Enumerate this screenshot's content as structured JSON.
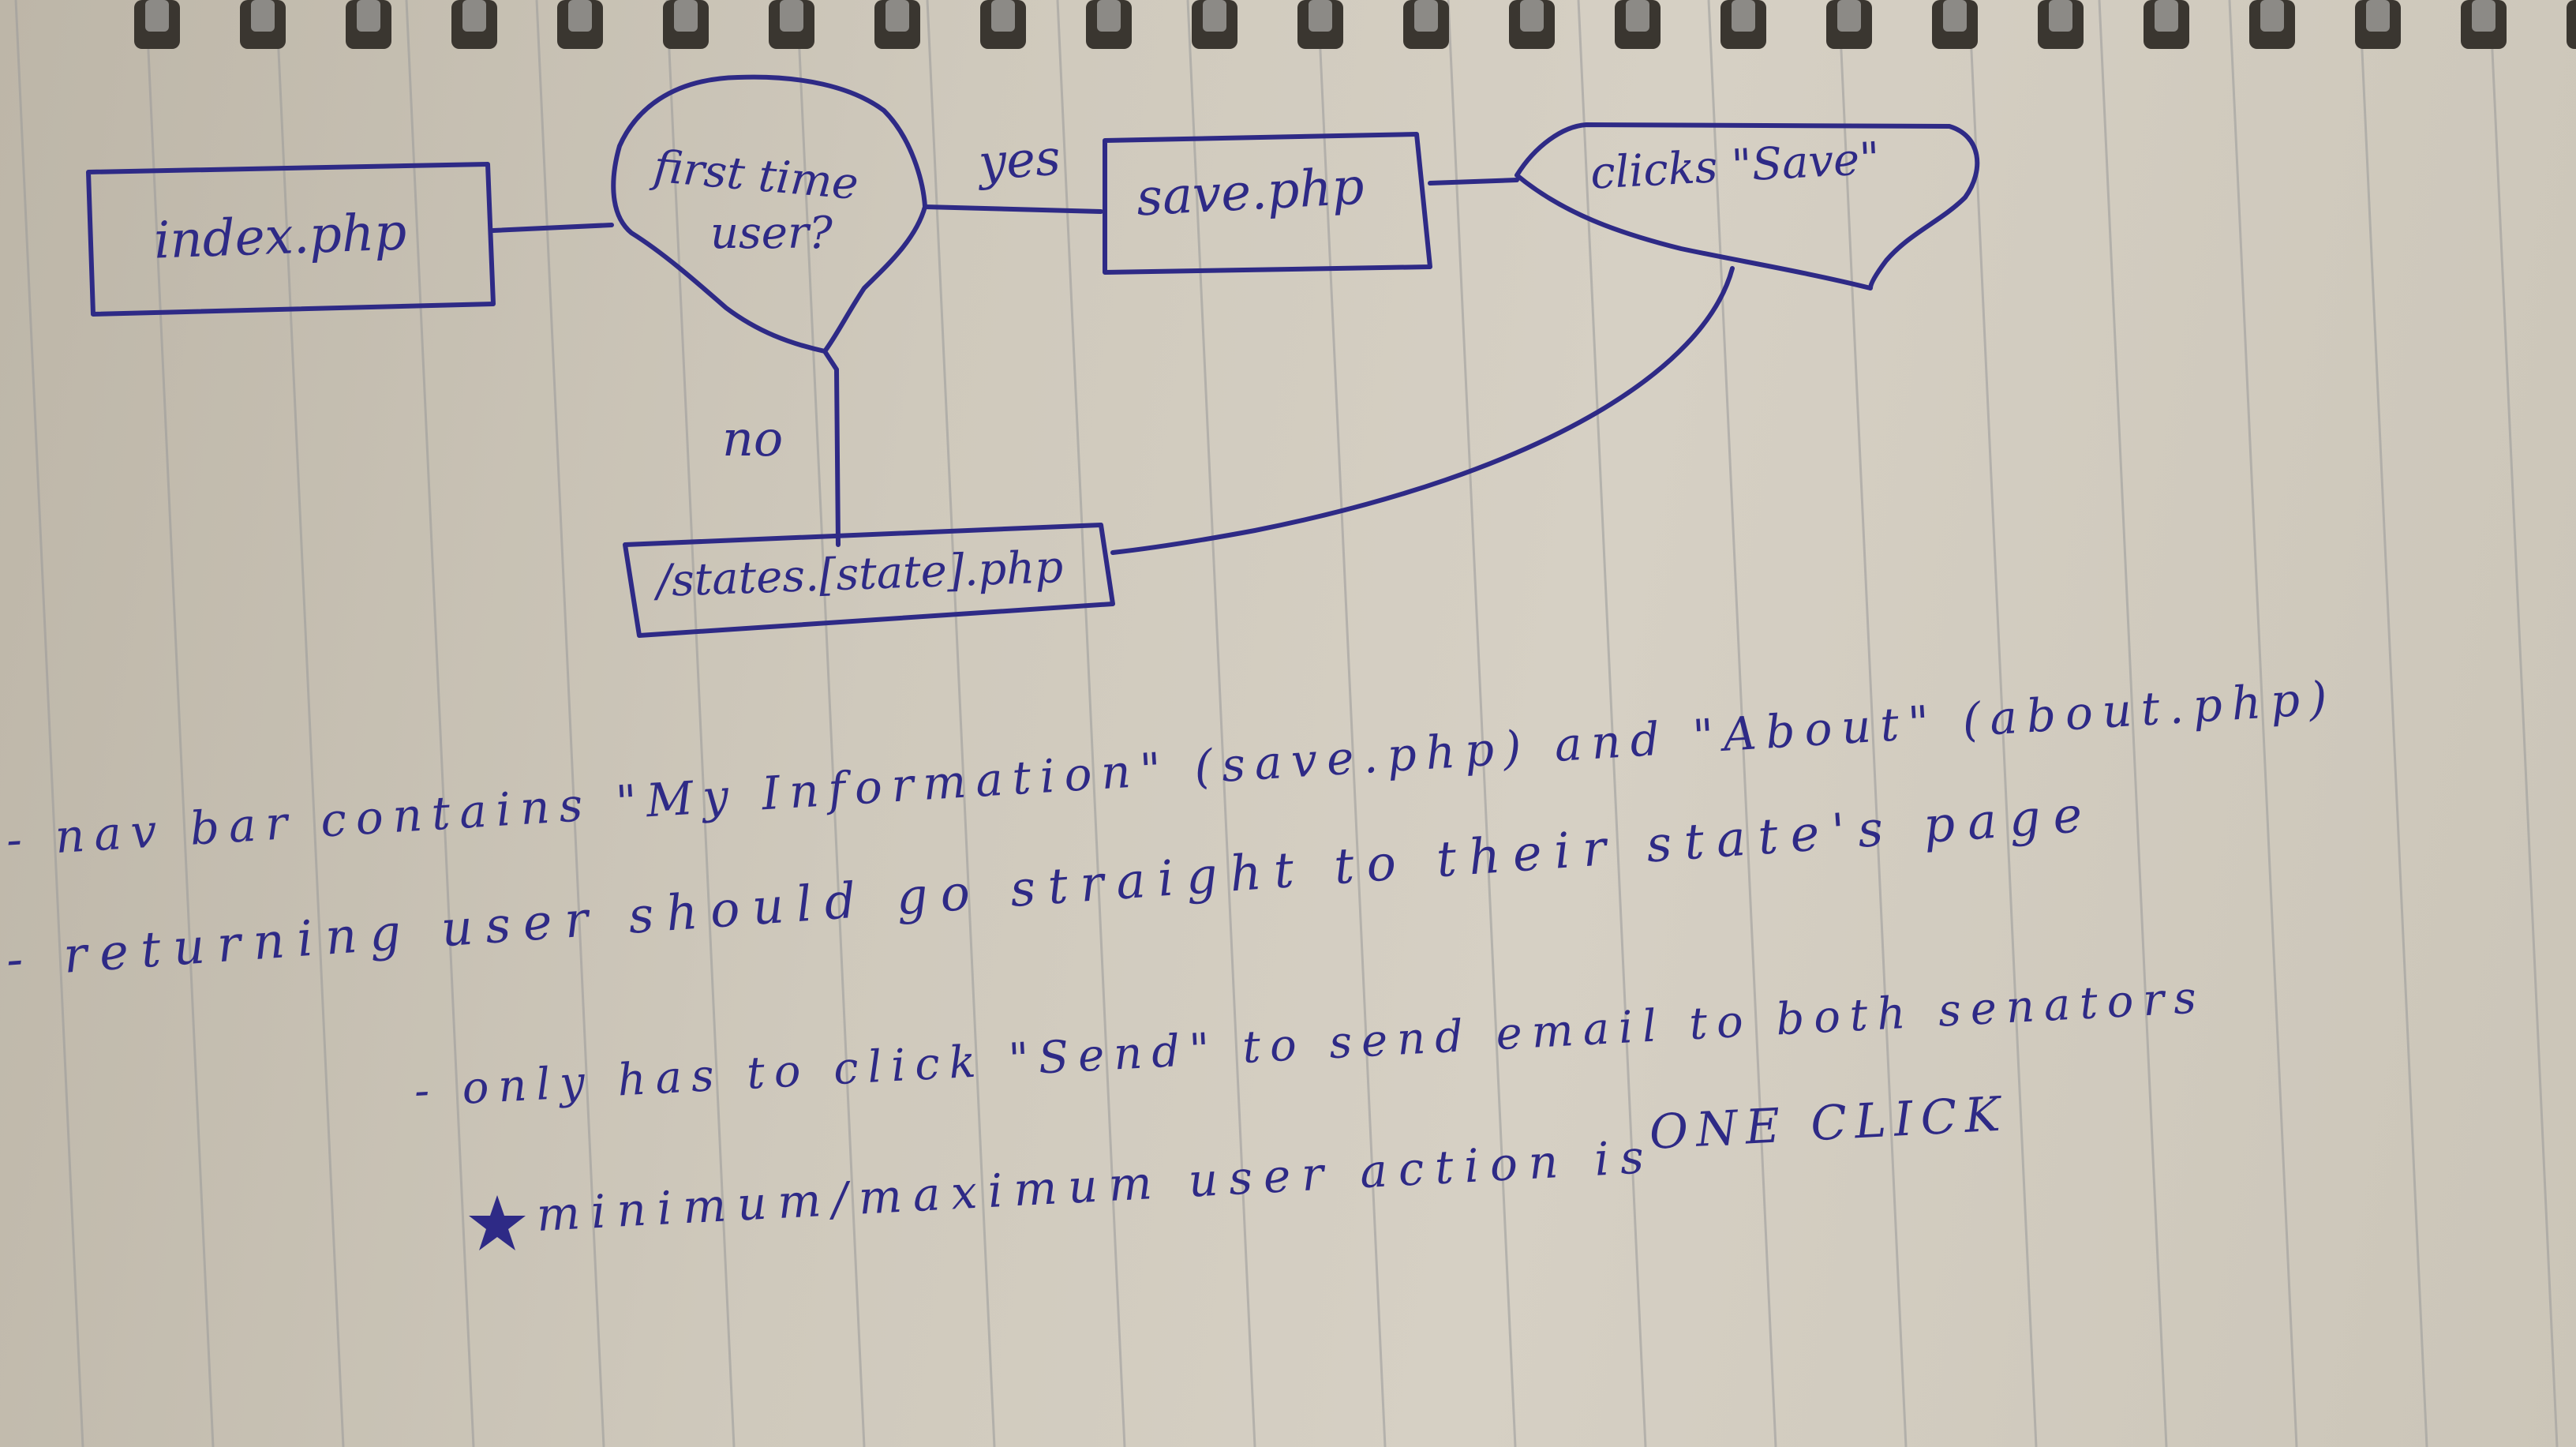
{
  "diagram": {
    "nodes": {
      "index": "index.php",
      "first_time_line1": "first time",
      "first_time_line2": "user?",
      "save": "save.php",
      "clicks_save": "clicks \"Save\"",
      "states": "/states.[state].php"
    },
    "edges": {
      "yes": "yes",
      "no": "no"
    }
  },
  "notes": {
    "nav_bar": "- nav bar contains \"My Information\" (save.php) and \"About\" (about.php)",
    "returning": "- returning user should go straight to their state's page",
    "only_has": "- only has to click \"Send\" to send email to both senators",
    "one_click": "ONE CLICK",
    "minimum": "minimum/maximum user action is"
  },
  "colors": {
    "ink": "#2e2a86",
    "paper": "#d6d0c4",
    "rule_line": "#9a9a9a"
  },
  "icons": {
    "spiral": "spiral-binding",
    "star": "star-icon"
  }
}
